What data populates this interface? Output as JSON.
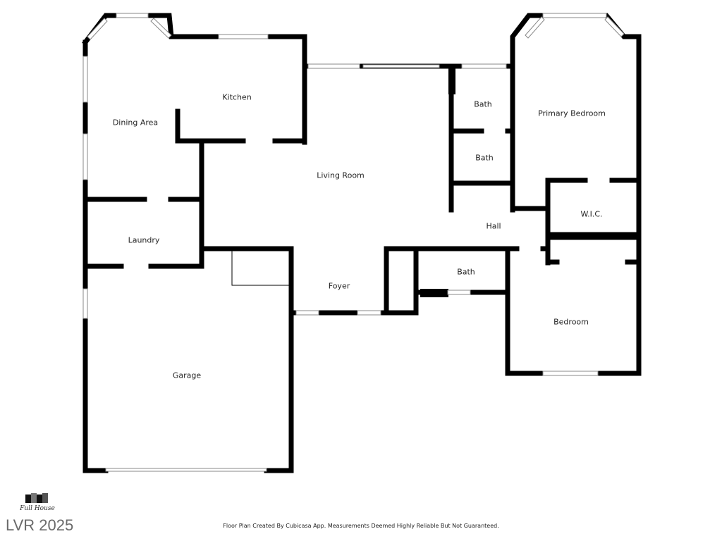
{
  "rooms": {
    "dining": "Dining Area",
    "kitchen": "Kitchen",
    "living": "Living Room",
    "laundry": "Laundry",
    "garage": "Garage",
    "foyer": "Foyer",
    "bath1": "Bath",
    "bath2": "Bath",
    "bath3": "Bath",
    "primary": "Primary Bedroom",
    "wic": "W.I.C.",
    "hall": "Hall",
    "bedroom": "Bedroom"
  },
  "footer": {
    "watermark": "LVR 2025",
    "disclaimer": "Floor Plan Created By Cubicasa App. Measurements Deemed Highly Reliable But Not Guaranteed.",
    "logo_text": "Full House"
  }
}
